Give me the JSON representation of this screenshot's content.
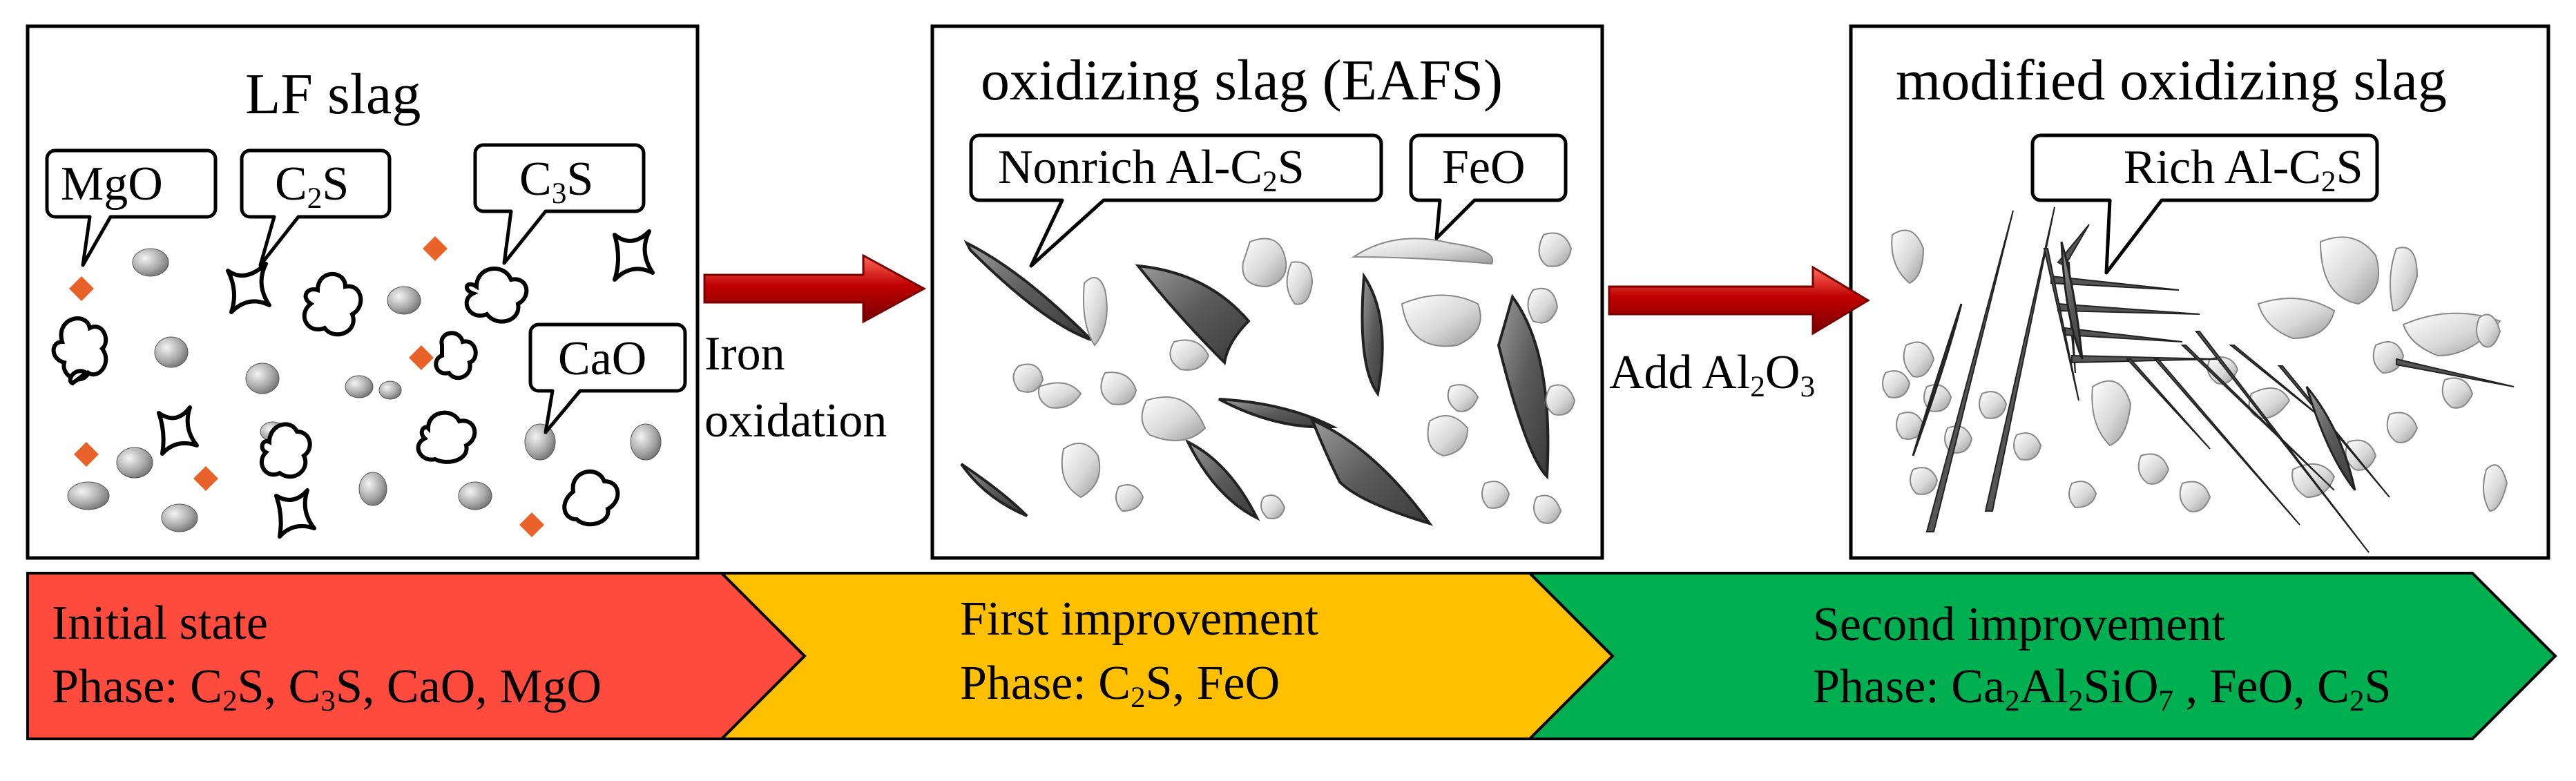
{
  "panels": [
    {
      "title": "LF slag",
      "callouts": [
        {
          "text": "MgO"
        },
        {
          "main": "C",
          "sub": "2",
          "tail": "S"
        },
        {
          "main": "C",
          "sub": "3",
          "tail": "S"
        },
        {
          "text": "CaO"
        }
      ]
    },
    {
      "title": "oxidizing slag (EAFS)",
      "callouts": [
        {
          "main": "Nonrich Al-C",
          "sub": "2",
          "tail": "S"
        },
        {
          "text": "FeO"
        }
      ]
    },
    {
      "title": "modified oxidizing slag",
      "callouts": [
        {
          "main": "Rich Al-C",
          "sub": "2",
          "tail": "S"
        }
      ]
    }
  ],
  "arrows": [
    {
      "line1": "Iron",
      "line2": "oxidation"
    },
    {
      "main": "Add Al",
      "sub": "2",
      "tail": "O",
      "sub2": "3"
    }
  ],
  "stages": [
    {
      "title": "Initial state",
      "phase_label": "Phase: ",
      "phase_parts": [
        {
          "t": "C"
        },
        {
          "s": "2"
        },
        {
          "t": "S, C"
        },
        {
          "s": "3"
        },
        {
          "t": "S, CaO, MgO"
        }
      ],
      "color": "#ff4b3e"
    },
    {
      "title": "First improvement",
      "phase_label": "Phase: ",
      "phase_parts": [
        {
          "t": "C"
        },
        {
          "s": "2"
        },
        {
          "t": "S, FeO"
        }
      ],
      "color": "#ffc000"
    },
    {
      "title": "Second improvement",
      "phase_label": "Phase: ",
      "phase_parts": [
        {
          "t": "Ca"
        },
        {
          "s": "2"
        },
        {
          "t": "Al"
        },
        {
          "s": "2"
        },
        {
          "t": "SiO"
        },
        {
          "s": "7"
        },
        {
          "t": " , FeO, C"
        },
        {
          "s": "2"
        },
        {
          "t": "S"
        }
      ],
      "color": "#00b050"
    }
  ],
  "colors": {
    "mgo": "#e8622a",
    "arrow": "#c00000",
    "grain": "#909090",
    "crystal": "#606060"
  }
}
